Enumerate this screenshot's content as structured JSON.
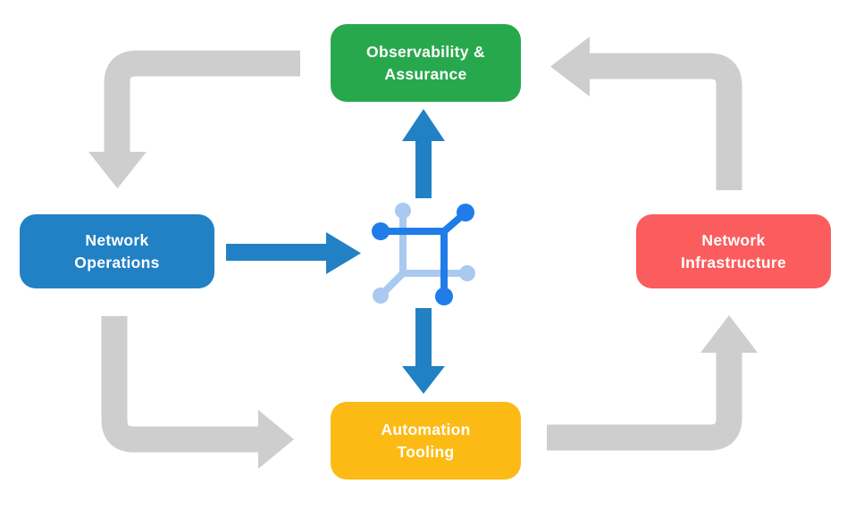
{
  "nodes": {
    "observability": {
      "lines": [
        "Observability &",
        "Assurance"
      ],
      "color": "#28a84d"
    },
    "operations": {
      "lines": [
        "Network",
        "Operations"
      ],
      "color": "#2181c4"
    },
    "infrastructure": {
      "lines": [
        "Network",
        "Infrastructure"
      ],
      "color": "#fb5c5e"
    },
    "automation": {
      "lines": [
        "Automation",
        "Tooling"
      ],
      "color": "#fcba14"
    }
  },
  "icon": {
    "name": "network-platform-icon",
    "dark": "#1f7ce8",
    "light": "#a9c9f1"
  },
  "colors": {
    "cycle_arrow": "#cecece",
    "flow_arrow": "#2181c4",
    "node_text": "#ffffff",
    "background": "#ffffff"
  }
}
